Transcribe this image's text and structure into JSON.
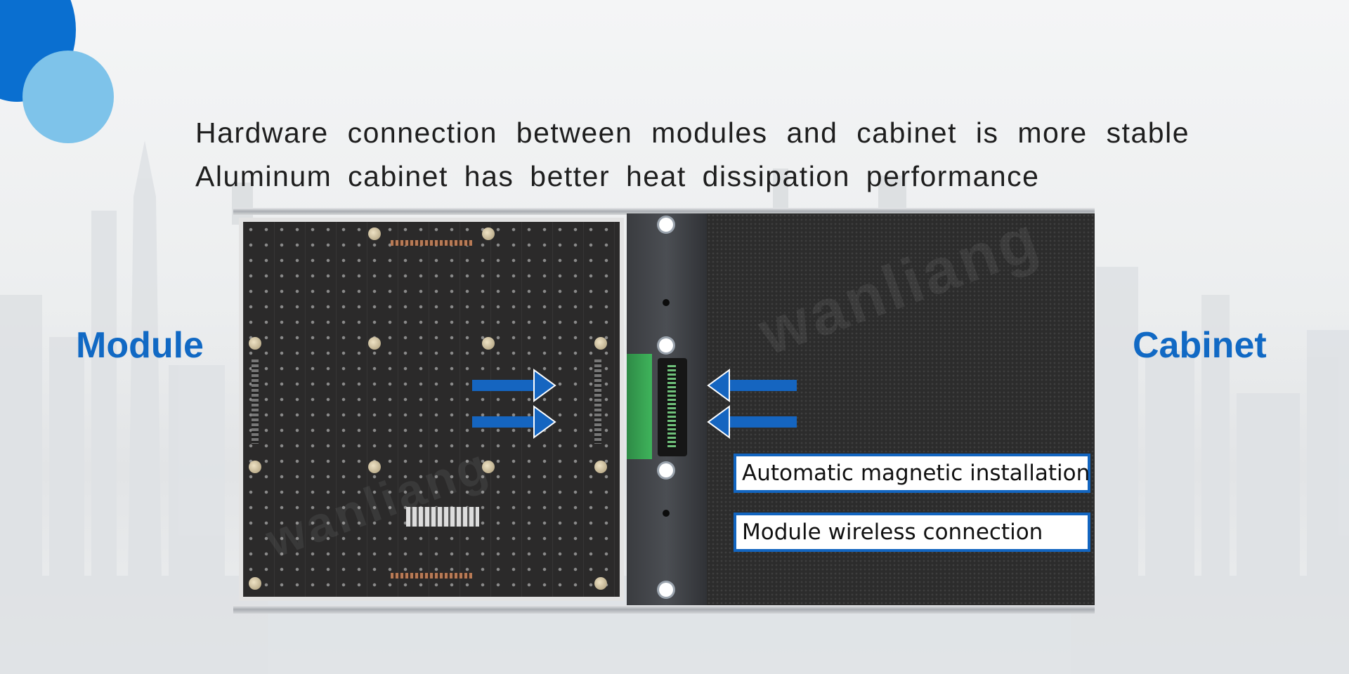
{
  "headline": {
    "line1": "Hardware connection between modules and cabinet is more stable",
    "line2": "Aluminum cabinet has better heat dissipation performance"
  },
  "labels": {
    "left": "Module",
    "right": "Cabinet"
  },
  "features": [
    "Automatic magnetic installation",
    "Module wireless connection"
  ],
  "watermark_brand": "wanliang",
  "colors": {
    "accent_blue": "#1169c4",
    "circle_dark": "#0a6fd0",
    "circle_light": "#7ec3ea",
    "arrow_blue": "#1565c0"
  }
}
